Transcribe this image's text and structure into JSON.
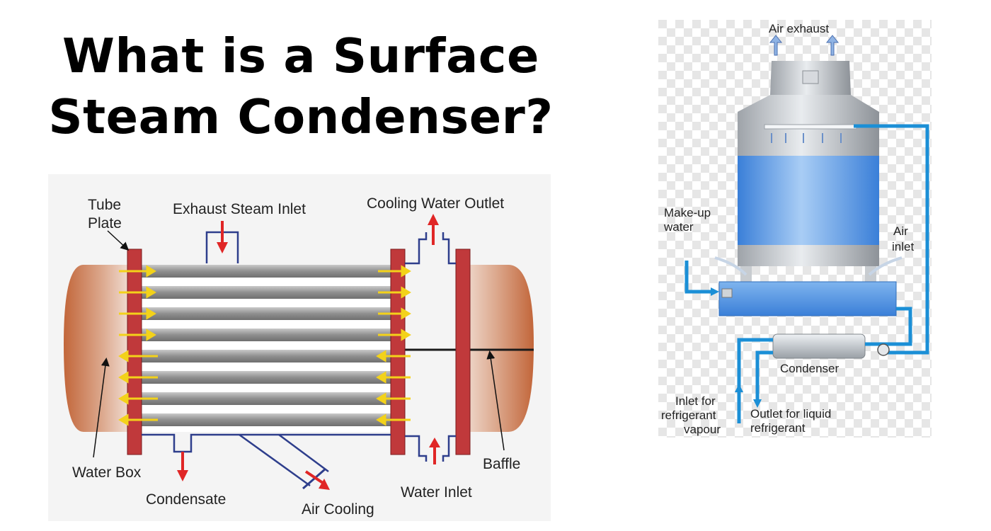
{
  "title": {
    "line1": "What is a Surface",
    "line2": "Steam Condenser?"
  },
  "left_diagram": {
    "labels": {
      "tube_plate_1": "Tube",
      "tube_plate_2": "Plate",
      "exhaust_steam_inlet": "Exhaust Steam Inlet",
      "cooling_water_outlet": "Cooling Water Outlet",
      "water_box": "Water Box",
      "condensate": "Condensate",
      "air_cooling": "Air Cooling",
      "water_inlet": "Water Inlet",
      "baffle": "Baffle"
    },
    "colors": {
      "tube_plate": "#c0393b",
      "water_box": "#c86a3e",
      "tube": "#9a9a9a",
      "arrow_yellow": "#f3d21a",
      "arrow_red": "#e02626",
      "pipe_blue": "#2e3e8c"
    }
  },
  "right_diagram": {
    "labels": {
      "air_exhaust": "Air exhaust",
      "make_up_1": "Make-up",
      "make_up_2": "water",
      "air_inlet_1": "Air",
      "air_inlet_2": "inlet",
      "condenser": "Condenser",
      "inlet_ref_1": "Inlet for",
      "inlet_ref_2": "refrigerant",
      "inlet_ref_3": "vapour",
      "outlet_ref_1": "Outlet for liquid",
      "outlet_ref_2": "refrigerant"
    },
    "colors": {
      "water_blue": "#4a8fe0",
      "pipe_blue": "#1b8fd6",
      "tower_grey": "#b9bdc2"
    }
  }
}
